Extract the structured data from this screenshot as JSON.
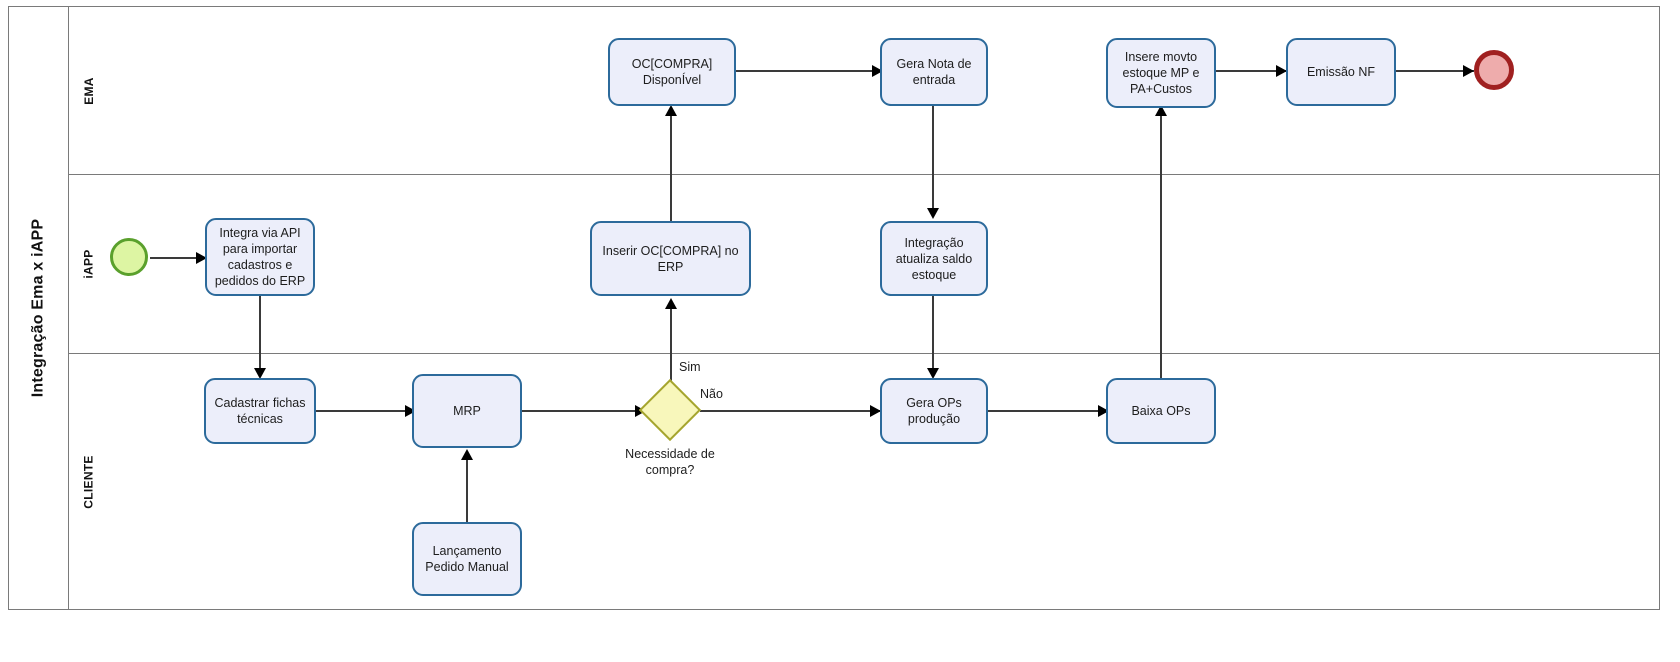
{
  "pool": {
    "title": "Integração Ema x iAPP"
  },
  "lanes": [
    {
      "id": "ema",
      "label": "EMA"
    },
    {
      "id": "iapp",
      "label": "iAPP"
    },
    {
      "id": "cliente",
      "label": "CLIENTE"
    }
  ],
  "events": {
    "start": {
      "name": "start-event",
      "lane": "iAPP",
      "fill": "#ddf5a3",
      "stroke": "#5aa02c"
    },
    "end": {
      "name": "end-event",
      "lane": "EMA",
      "fill": "#eeacac",
      "stroke": "#a02020"
    }
  },
  "tasks": {
    "integra_api": "Integra via API\npara importar\ncadastros e\npedidos do ERP",
    "cadastrar_fichas": "Cadastrar fichas\ntécnicas",
    "mrp": "MRP",
    "lancamento_pedido": "Lançamento\nPedido Manual",
    "inserir_oc_erp": "Inserir OC[COMPRA] no\nERP",
    "oc_disponivel": "OC[COMPRA]\nDisponÍvel",
    "gera_nota": "Gera Nota de\nentrada",
    "integracao_saldo": "Integração\natualiza saldo\nestoque",
    "gera_ops": "Gera OPs\nprodução",
    "baixa_ops": "Baixa OPs",
    "insere_movto": "Insere movto\nestoque MP e\nPA+Custos",
    "emissao_nf": "Emissão NF"
  },
  "gateway": {
    "caption": "Necessidade de\ncompra?",
    "fill": "#f8f7bb",
    "stroke": "#a5a52f"
  },
  "flow_labels": {
    "sim": "Sim",
    "nao": "Não"
  },
  "colors": {
    "task_fill": "#eceefa",
    "task_stroke": "#2c6a9b",
    "lane_border": "#7a7a7a",
    "connector": "#3a3a3a"
  }
}
